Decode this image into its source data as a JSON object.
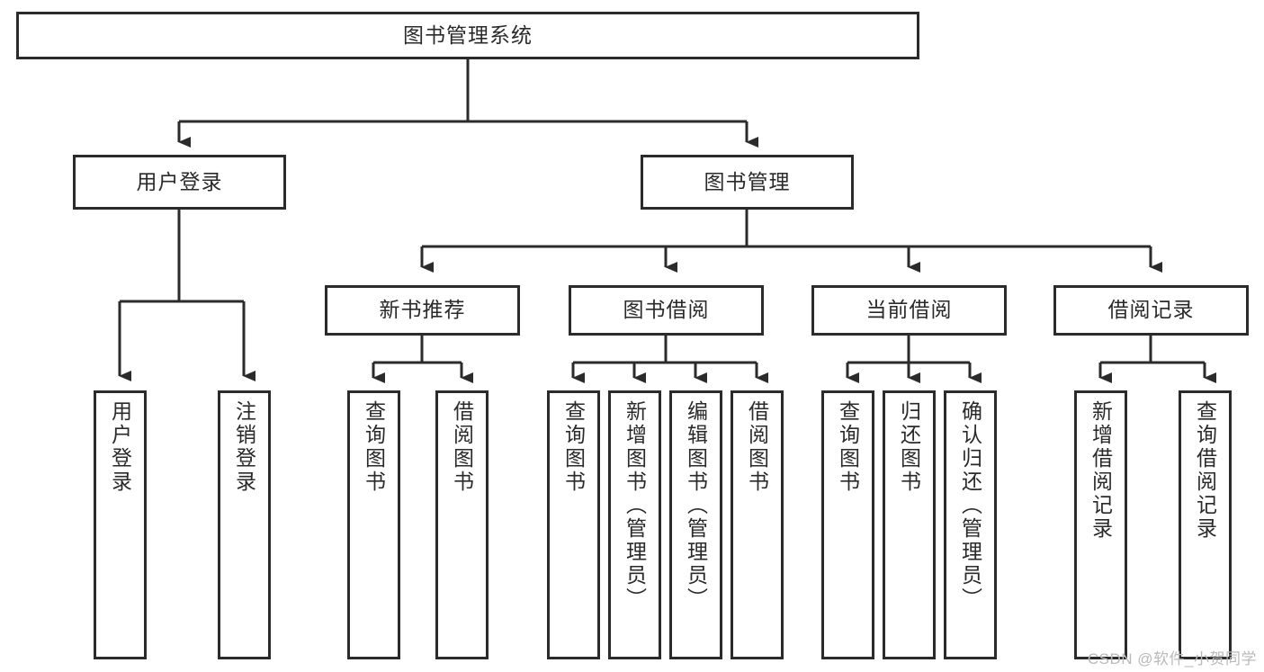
{
  "diagram": {
    "title": "图书管理系统",
    "type": "tree-hierarchy-diagram",
    "colors": {
      "background": "#ffffff",
      "border": "#2b2b2b",
      "text": "#2a2a2a",
      "connector": "#2b2b2b",
      "watermark": "#b9b9b9"
    },
    "root": {
      "label": "图书管理系统"
    },
    "level2": [
      {
        "id": "user-login",
        "label": "用户登录"
      },
      {
        "id": "book-manage",
        "label": "图书管理"
      }
    ],
    "level3": [
      {
        "id": "new-book-recommend",
        "label": "新书推荐"
      },
      {
        "id": "book-borrow",
        "label": "图书借阅"
      },
      {
        "id": "current-borrow",
        "label": "当前借阅"
      },
      {
        "id": "borrow-record",
        "label": "借阅记录"
      }
    ],
    "leaves": [
      {
        "id": "leaf-user-login",
        "parent": "user-login",
        "label": "用户登录"
      },
      {
        "id": "leaf-user-logout",
        "parent": "user-login",
        "label": "注销登录"
      },
      {
        "id": "leaf-query-book-1",
        "parent": "new-book-recommend",
        "label": "查询图书"
      },
      {
        "id": "leaf-borrow-book-1",
        "parent": "new-book-recommend",
        "label": "借阅图书"
      },
      {
        "id": "leaf-query-book-2",
        "parent": "book-borrow",
        "label": "查询图书"
      },
      {
        "id": "leaf-add-book",
        "parent": "book-borrow",
        "label": "新增图书（管理员）"
      },
      {
        "id": "leaf-edit-book",
        "parent": "book-borrow",
        "label": "编辑图书（管理员）"
      },
      {
        "id": "leaf-borrow-book-2",
        "parent": "book-borrow",
        "label": "借阅图书"
      },
      {
        "id": "leaf-query-book-3",
        "parent": "current-borrow",
        "label": "查询图书"
      },
      {
        "id": "leaf-return-book",
        "parent": "current-borrow",
        "label": "归还图书"
      },
      {
        "id": "leaf-confirm-return",
        "parent": "current-borrow",
        "label": "确认归还（管理员）"
      },
      {
        "id": "leaf-add-record",
        "parent": "borrow-record",
        "label": "新增借阅记录"
      },
      {
        "id": "leaf-query-record",
        "parent": "borrow-record",
        "label": "查询借阅记录"
      }
    ],
    "watermark": "CSDN @软件_小贺同学"
  }
}
